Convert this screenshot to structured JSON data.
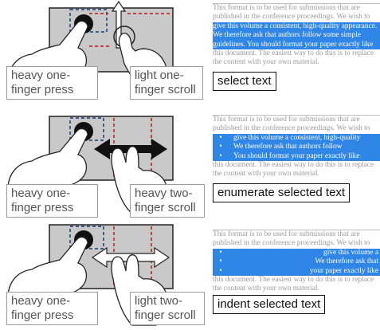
{
  "rows": [
    {
      "left_label": "heavy one-\nfinger press",
      "right_label": "light one-\nfinger scroll",
      "action": "select text",
      "doc": {
        "lines_before": [
          "This format is to be used for submissions that are",
          "published in the conference proceedings. We wish to"
        ],
        "highlighted": [
          "give this volume a consistent, high-quality appearance.",
          "We therefore ask that authors follow some simple",
          "guidelines. You should format your paper exactly like"
        ],
        "lines_after": [
          "this document. The easiest way to do this is to replace",
          "the content with your own material."
        ]
      }
    },
    {
      "left_label": "heavy one-\nfinger press",
      "right_label": "heavy two-\nfinger scroll",
      "action": "enumerate selected text",
      "doc": {
        "lines_before": [
          "This format is to be used for submissions that are",
          "published in the conference proceedings. We wish to"
        ],
        "bullets": [
          "give this volume a consistent, high-quality",
          "We therefore ask that authors follow",
          "You should format your paper exactly like"
        ],
        "bullet_glyph": "•",
        "lines_after": [
          "this document. The easiest way to do this is to replace",
          "the content with your own material."
        ]
      }
    },
    {
      "left_label": "heavy one-\nfinger press",
      "right_label": "light two-\nfinger scroll",
      "action": "indent selected text",
      "doc": {
        "lines_before": [
          "This format is to be used for submissions that are",
          "published in the conference proceedings. We wish to"
        ],
        "bullets": [
          "give this volume a",
          "We therefore ask that",
          "your paper exactly like"
        ],
        "bullet_glyph": "•",
        "lines_after": [
          "this document. The easiest way to do this is to replace",
          "the content with your own material."
        ]
      }
    }
  ],
  "colors": {
    "trackpad": "#c9c9c9",
    "selection": "#2f86e6",
    "dash_red": "#c8141e",
    "dash_blue": "#1a3a7a"
  }
}
